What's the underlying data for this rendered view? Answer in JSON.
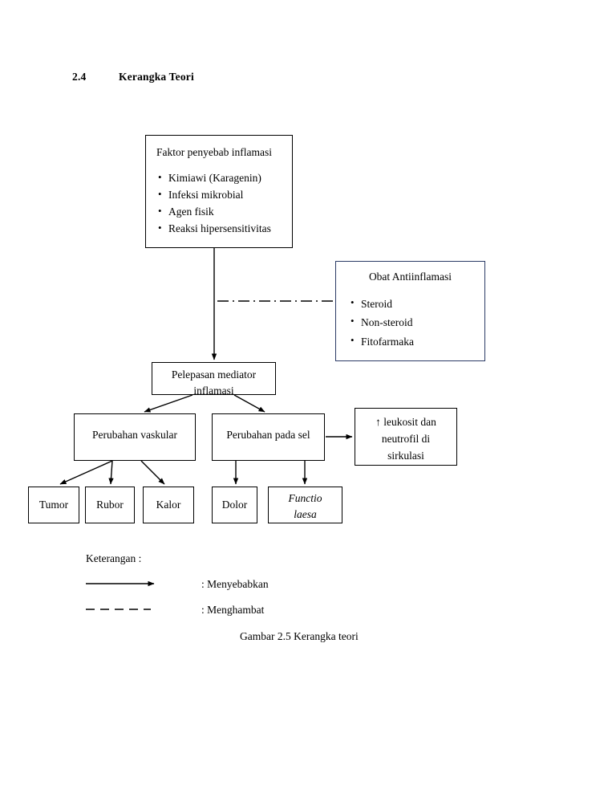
{
  "heading": {
    "number": "2.4",
    "text": "Kerangka Teori"
  },
  "boxes": {
    "cause": {
      "title": "Faktor penyebab inflamasi",
      "items": [
        "Kimiawi (Karagenin)",
        "Infeksi mikrobial",
        "Agen fisik",
        "Reaksi hipersensitivitas"
      ]
    },
    "drug": {
      "title": "Obat Antiinflamasi",
      "items": [
        "Steroid",
        "Non-steroid",
        "Fitofarmaka"
      ],
      "border_color": "#2b3b66"
    },
    "mediator": {
      "line1": "Pelepasan mediator",
      "line2": "inflamasi"
    },
    "vascular": {
      "label": "Perubahan vaskular"
    },
    "cell": {
      "label": "Perubahan pada sel"
    },
    "leukocyte": {
      "line1": "↑ leukosit dan",
      "line2": "neutrofil di",
      "line3": "sirkulasi"
    },
    "tumor": {
      "label": "Tumor"
    },
    "rubor": {
      "label": "Rubor"
    },
    "kalor": {
      "label": "Kalor"
    },
    "dolor": {
      "label": "Dolor"
    },
    "functio": {
      "line1": "Functio",
      "line2": "laesa"
    }
  },
  "legend": {
    "title": "Keterangan :",
    "cause_label": ": Menyebabkan",
    "inhibit_label": ": Menghambat"
  },
  "caption": "Gambar 2.5  Kerangka teori"
}
